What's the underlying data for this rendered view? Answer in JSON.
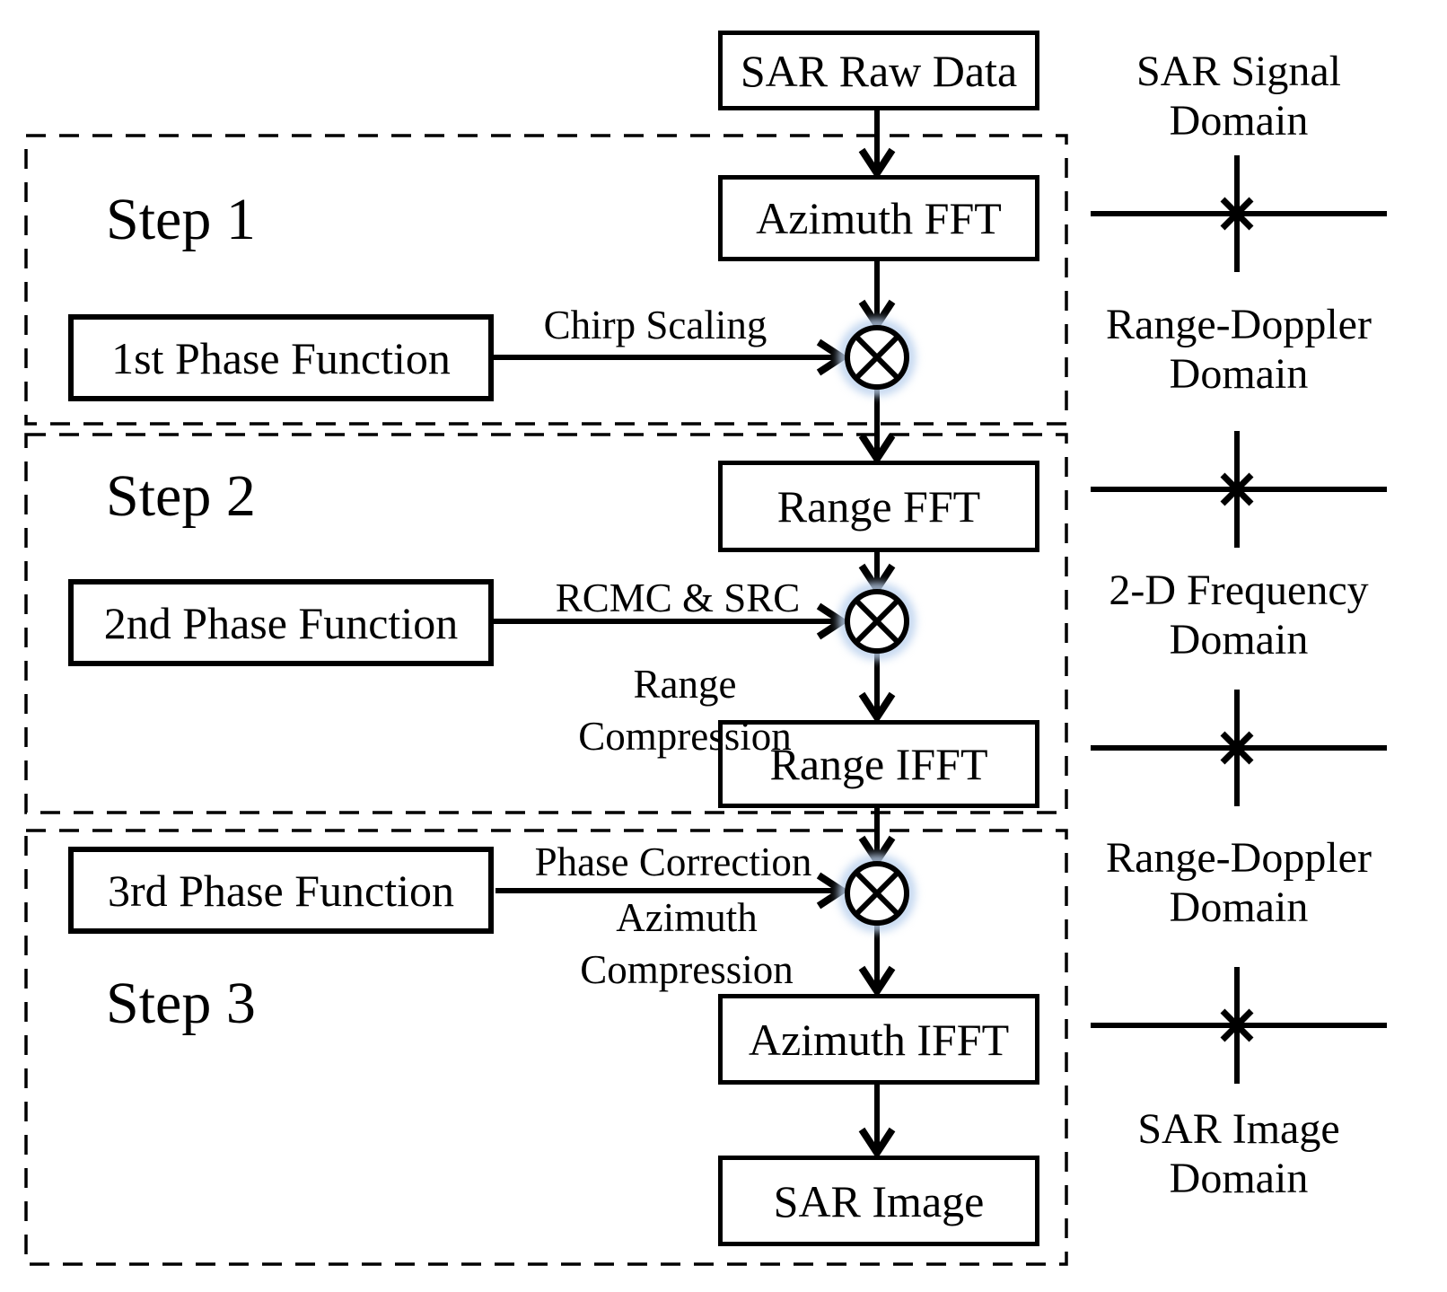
{
  "palette": {
    "ink": "#000000",
    "multiplier_glow": "#bcd2ee",
    "background": "#ffffff"
  },
  "flow": {
    "nodes": {
      "sar_raw_data": "SAR Raw Data",
      "azimuth_fft": "Azimuth FFT",
      "range_fft": "Range FFT",
      "range_ifft": "Range IFFT",
      "azimuth_ifft": "Azimuth IFFT",
      "sar_image": "SAR Image",
      "phase1": "1st Phase Function",
      "phase2": "2nd Phase Function",
      "phase3": "3rd Phase Function"
    },
    "steps": {
      "step1": "Step 1",
      "step2": "Step 2",
      "step3": "Step 3"
    },
    "edge_labels": {
      "chirp_scaling": "Chirp Scaling",
      "rcmc_src": "RCMC & SRC",
      "range_compression": "Range\nCompression",
      "phase_correction": "Phase Correction",
      "azimuth_compression": "Azimuth\nCompression"
    }
  },
  "domain_axis": {
    "labels": [
      "SAR Signal\nDomain",
      "Range-Doppler\nDomain",
      "2-D Frequency\nDomain",
      "Range-Doppler\nDomain",
      "SAR Image\nDomain"
    ]
  }
}
